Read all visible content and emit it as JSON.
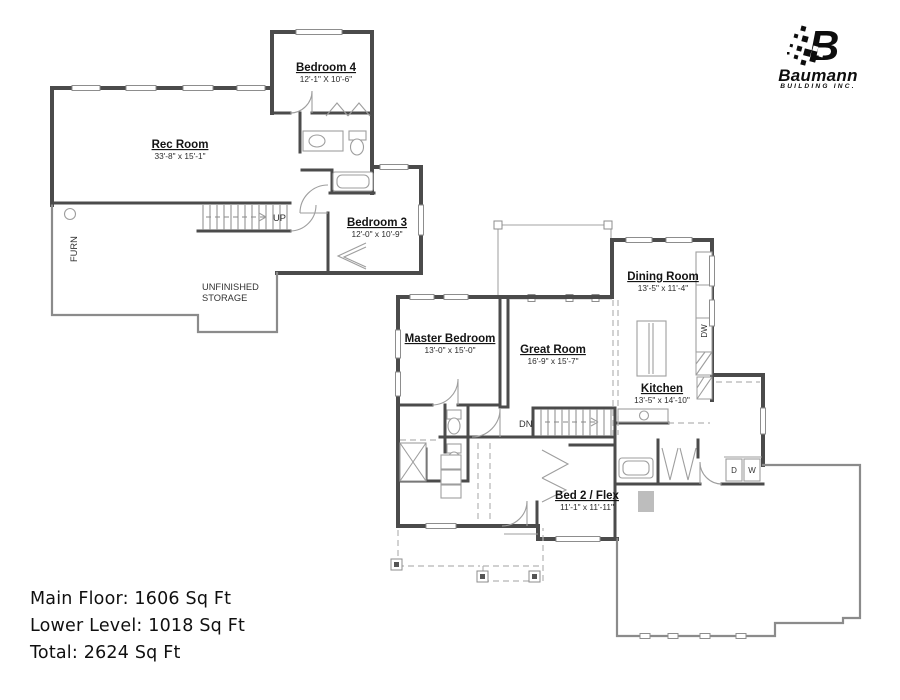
{
  "logo": {
    "brand": "Baumann",
    "tagline": "BUILDING INC.",
    "mark": "pixelated-B-icon"
  },
  "summary": {
    "main_floor": "Main Floor: 1606 Sq Ft",
    "lower_level": "Lower Level: 1018 Sq Ft",
    "total": "Total: 2624 Sq Ft"
  },
  "lower_level": {
    "rooms": [
      {
        "name": "Bedroom 4",
        "dims": "12'-1\" X 10'-6\""
      },
      {
        "name": "Rec Room",
        "dims": "33'-8\" x 15'-1\""
      },
      {
        "name": "Bedroom 3",
        "dims": "12'-0\" x 10'-9\""
      }
    ],
    "furnace_label": "FURN",
    "storage_line1": "UNFINISHED",
    "storage_line2": "STORAGE",
    "stairs_label": "UP"
  },
  "main_floor": {
    "rooms": [
      {
        "name": "Master Bedroom",
        "dims": "13'-0\" x 15'-0\""
      },
      {
        "name": "Great Room",
        "dims": "16'-9\" x 15'-7\""
      },
      {
        "name": "Dining Room",
        "dims": "13'-5\" x 11'-4\""
      },
      {
        "name": "Kitchen",
        "dims": "13'-5\" x 14'-10\""
      },
      {
        "name": "Bed 2 / Flex",
        "dims": "11'-1\" x 11'-11\""
      }
    ],
    "stairs_label": "DN",
    "appliances": {
      "dishwasher": "DW",
      "dryer": "D",
      "washer": "W"
    }
  },
  "colors": {
    "wall": "#4b4b4b",
    "light_wall": "#8b8b8b",
    "fixture": "#9e9e9e",
    "solid_block": "#bdbdbd",
    "text": "#101010"
  }
}
